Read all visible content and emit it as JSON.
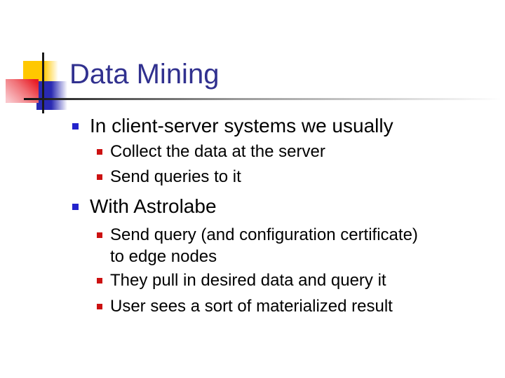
{
  "slide": {
    "title": "Data Mining",
    "bullets": [
      {
        "level": "1",
        "text": "In client-server systems we usually"
      },
      {
        "level": "2",
        "text": "Collect the data at the server"
      },
      {
        "level": "2",
        "text": "Send queries to it"
      },
      {
        "level": "1",
        "text": "With Astrolabe"
      },
      {
        "level": "2",
        "text": "Send query (and configuration certificate)\nto edge nodes"
      },
      {
        "level": "2",
        "text": "They pull in desired data and query it"
      },
      {
        "level": "2",
        "text": "User sees a sort of materialized result"
      }
    ],
    "colors": {
      "title_text": "#31318F",
      "body_text": "#000000",
      "level1_bullet": "#2323CC",
      "level2_bullet": "#CC1111",
      "ornament_yellow": "#FFC800",
      "ornament_red": "#E81C24",
      "ornament_blue": "#2A2AB2",
      "rule_dark": "#111111",
      "background": "#FFFFFF"
    }
  }
}
